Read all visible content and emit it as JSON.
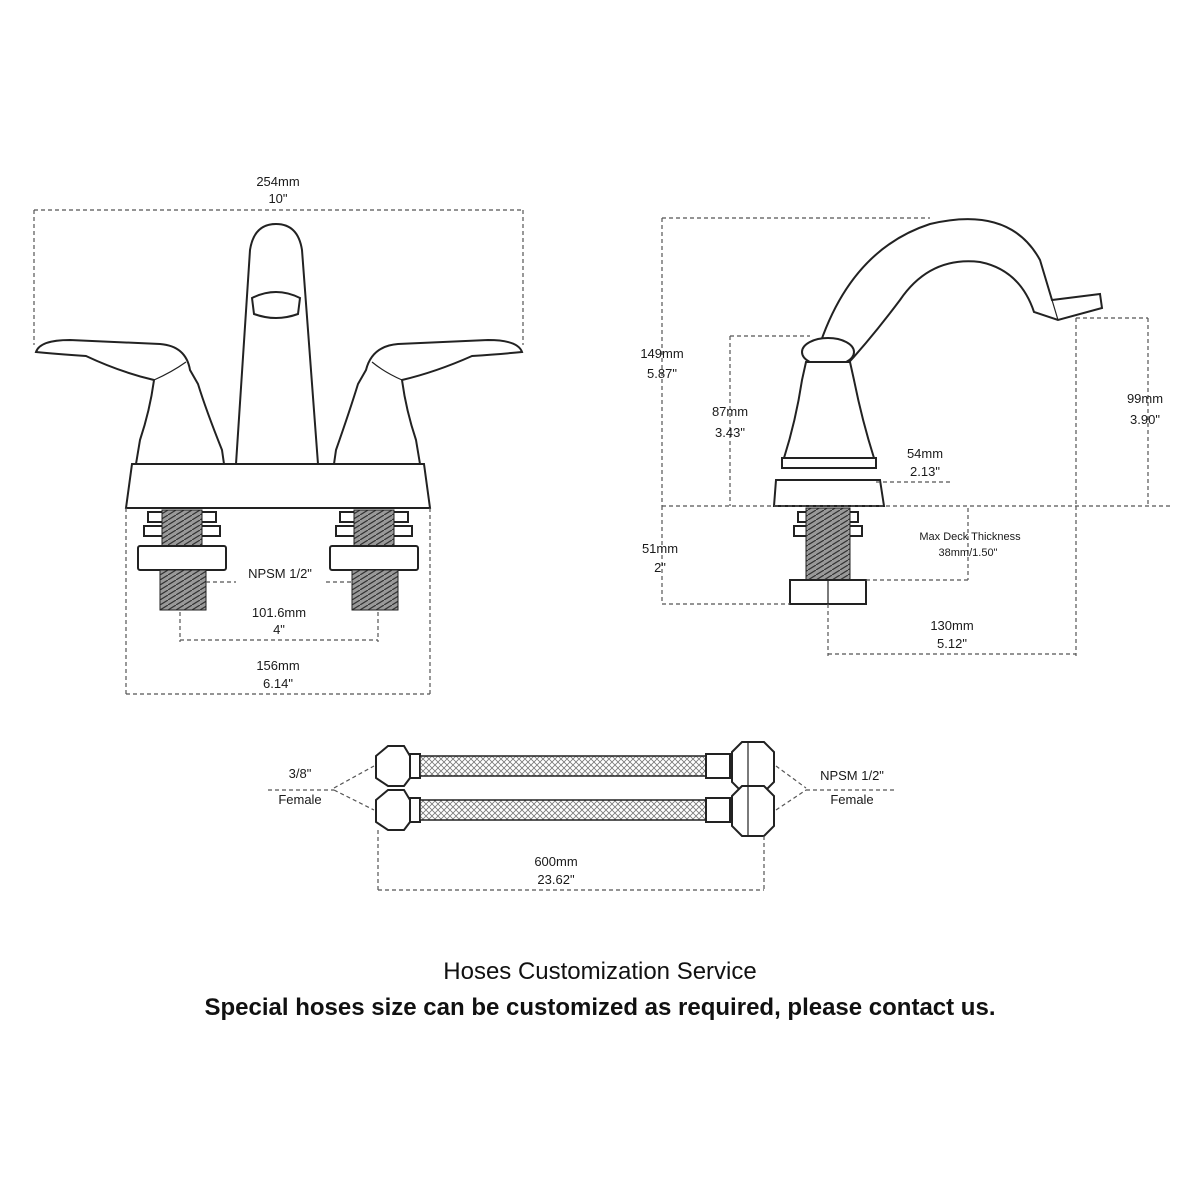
{
  "front_view": {
    "overall_width_mm": "254mm",
    "overall_width_in": "10\"",
    "thread_label": "NPSM 1/2\"",
    "center_spacing_mm": "101.6mm",
    "center_spacing_in": "4\"",
    "base_width_mm": "156mm",
    "base_width_in": "6.14\""
  },
  "side_view": {
    "total_height_mm": "149mm",
    "total_height_in": "5.87\"",
    "handle_height_mm": "87mm",
    "handle_height_in": "3.43\"",
    "spout_height_mm": "99mm",
    "spout_height_in": "3.90\"",
    "base_dia_mm": "54mm",
    "base_dia_in": "2.13\"",
    "shank_length_mm": "51mm",
    "shank_length_in": "2\"",
    "deck_title": "Max Deck Thickness",
    "deck_value": "38mm/1.50\"",
    "reach_mm": "130mm",
    "reach_in": "5.12\""
  },
  "hoses": {
    "left_size": "3/8\"",
    "left_type": "Female",
    "right_size": "NPSM 1/2\"",
    "right_type": "Female",
    "length_mm": "600mm",
    "length_in": "23.62\""
  },
  "caption": {
    "title": "Hoses Customization Service",
    "note": "Special hoses size can be customized as required, please contact us."
  }
}
